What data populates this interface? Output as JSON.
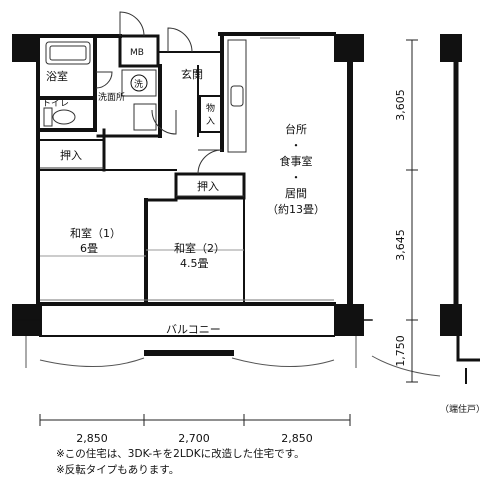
{
  "rooms": {
    "bath": "浴室",
    "mb": "MB",
    "washer": "洗",
    "entrance": "玄関",
    "washroom": "洗面所",
    "toilet": "トイレ",
    "storage": "物入",
    "closet_left": "押入",
    "closet_center": "押入",
    "kitchen_line1": "台所",
    "kitchen_dot1": "・",
    "kitchen_line2": "食事室",
    "kitchen_dot2": "・",
    "kitchen_line3": "居間",
    "kitchen_line4": "（約13畳）",
    "washitsu1_name": "和室（1）",
    "washitsu1_size": "6畳",
    "washitsu2_name": "和室（2）",
    "washitsu2_size": "4.5畳",
    "balcony": "バルコニー",
    "end_unit": "（端住戸）"
  },
  "dimensions": {
    "horizontal": [
      "2,850",
      "2,700",
      "2,850"
    ],
    "vertical": [
      "3,605",
      "3,645",
      "1,750"
    ]
  },
  "notes": [
    "※この住宅は、3DK-キを2LDKに改造した住宅です。",
    "※反転タイプもあります。"
  ]
}
